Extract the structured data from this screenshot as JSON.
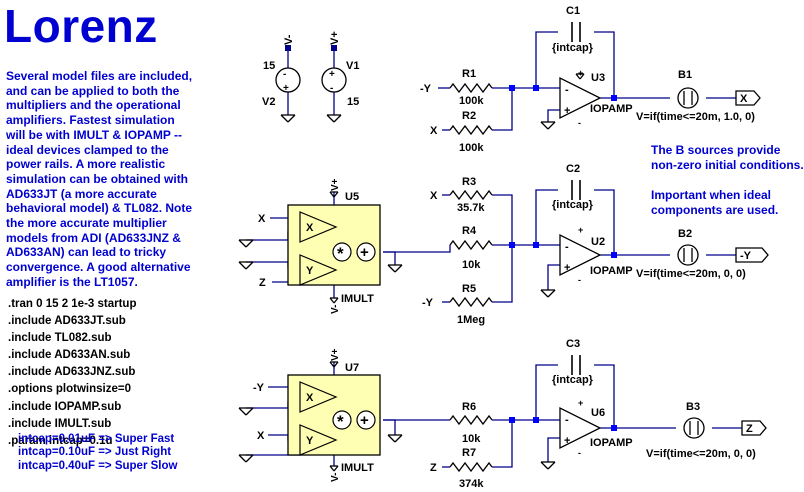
{
  "title": "Lorenz",
  "description": "Several model files are included, and can be applied to both the multipliers and the operational amplifiers.  Fastest simulation will be with IMULT & IOPAMP -- ideal devices clamped to the power rails.  A more realistic simulation can be obtained with AD633JT (a more accurate behavioral model) & TL082.  Note the more accurate multiplier models from ADI (AD633JNZ & AD633AN) can lead to tricky convergence.  A good alternative amplifier is the LT1057.",
  "directives": [
    ".tran 0 15 2 1e-3 startup",
    ".include AD633JT.sub",
    ".include TL082.sub",
    ".include AD633AN.sub",
    ".include AD633JNZ.sub",
    ".options plotwinsize=0",
    ".include IOPAMP.sub",
    ".include IMULT.sub",
    ".param intcap=0.1u"
  ],
  "intcap_options": [
    "intcap=0.01uF => Super Fast",
    "intcap=0.10uF => Just Right",
    "intcap=0.40uF => Super Slow"
  ],
  "note": [
    "The B sources provide",
    "non-zero initial conditions.",
    "",
    "Important when ideal",
    "components are used."
  ],
  "colors": {
    "wire": "#00008b",
    "text_blue": "#0000d0",
    "multiplier_fill": "#ffffb4",
    "node": "#0000ff"
  },
  "supplies": {
    "v2": {
      "name": "V2",
      "value": "15",
      "node": "V-"
    },
    "v1": {
      "name": "V1",
      "value": "15",
      "node": "V+"
    }
  },
  "integrators": [
    {
      "opamp": "U3",
      "model": "IOPAMP",
      "cap": "C1",
      "cap_value": "{intcap}",
      "inputs": [
        {
          "net": "-Y",
          "res": "R1",
          "val": "100k"
        },
        {
          "net": "X",
          "res": "R2",
          "val": "100k"
        }
      ],
      "bsource": "B1",
      "bexpr": "V=if(time<=20m, 1.0, 0)",
      "out": "X"
    },
    {
      "opamp": "U2",
      "model": "IOPAMP",
      "cap": "C2",
      "cap_value": "{intcap}",
      "inputs": [
        {
          "net": "X",
          "res": "R3",
          "val": "35.7k"
        },
        {
          "net": "",
          "res": "R4",
          "val": "10k"
        },
        {
          "net": "-Y",
          "res": "R5",
          "val": "1Meg"
        }
      ],
      "bsource": "B2",
      "bexpr": "V=if(time<=20m, 0, 0)",
      "out": "-Y"
    },
    {
      "opamp": "U6",
      "model": "IOPAMP",
      "cap": "C3",
      "cap_value": "{intcap}",
      "inputs": [
        {
          "net": "",
          "res": "R6",
          "val": "10k"
        },
        {
          "net": "Z",
          "res": "R7",
          "val": "374k"
        }
      ],
      "bsource": "B3",
      "bexpr": "V=if(time<=20m, 0, 0)",
      "out": "Z"
    }
  ],
  "multipliers": [
    {
      "name": "U5",
      "model": "IMULT",
      "vplus": "V+",
      "vminus": "V-",
      "in1": "X",
      "in2": "Z",
      "pin1": "X",
      "pin2": "Y"
    },
    {
      "name": "U7",
      "model": "IMULT",
      "vplus": "V+",
      "vminus": "V-",
      "in1": "-Y",
      "in2": "X",
      "pin1": "X",
      "pin2": "Y"
    }
  ],
  "symbols": {
    "times": "*",
    "plus": "+",
    "minus": "-",
    "opamp_plus": "+",
    "opamp_minus": "-"
  }
}
